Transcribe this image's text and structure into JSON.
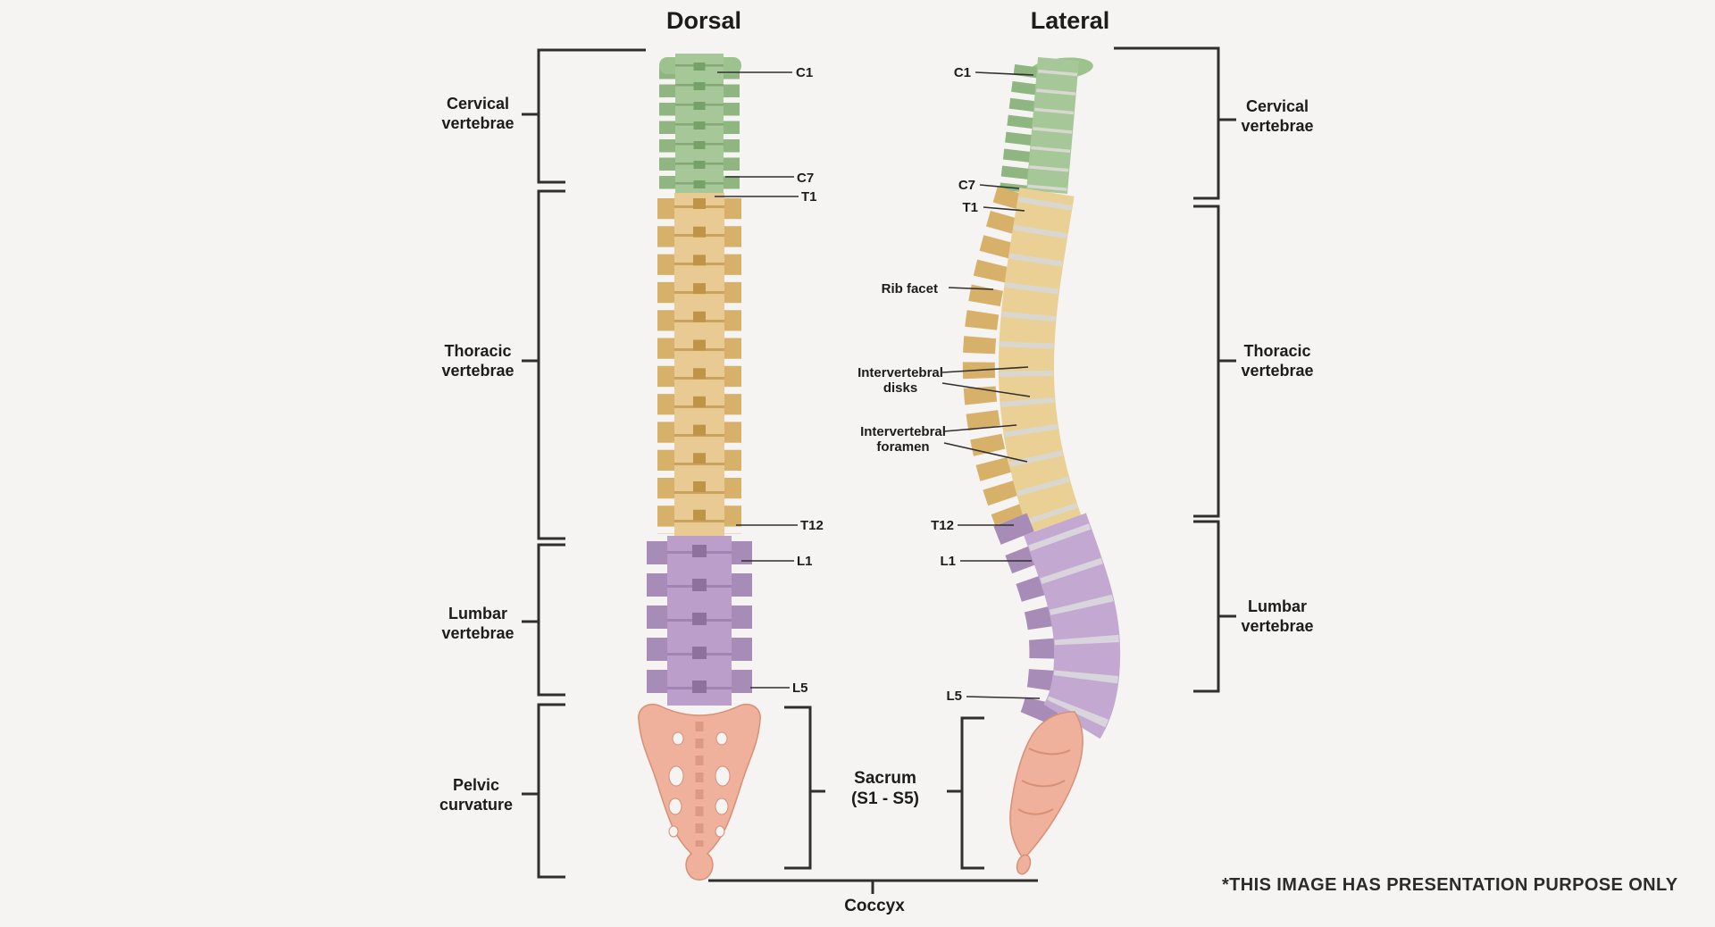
{
  "titles": {
    "dorsal": "Dorsal",
    "lateral": "Lateral"
  },
  "left_labels": {
    "cervical": "Cervical\nvertebrae",
    "thoracic": "Thoracic\nvertebrae",
    "lumbar": "Lumbar\nvertebrae",
    "pelvic": "Pelvic\ncurvature"
  },
  "right_labels": {
    "cervical": "Cervical\nvertebrae",
    "thoracic": "Thoracic\nvertebrae",
    "lumbar": "Lumbar\nvertebrae"
  },
  "dorsal_annotations": {
    "c1": "C1",
    "c7": "C7",
    "t1": "T1",
    "t12": "T12",
    "l1": "L1",
    "l5": "L5"
  },
  "lateral_annotations": {
    "c1": "C1",
    "c7": "C7",
    "t1": "T1",
    "t12": "T12",
    "l1": "L1",
    "l5": "L5",
    "rib_facet": "Rib facet",
    "intervertebral_disks": "Intervertebral\ndisks",
    "intervertebral_foramen": "Intervertebral\nforamen"
  },
  "sacrum_label": "Sacrum\n(S1 - S5)",
  "coccyx_label": "Coccyx",
  "disclaimer": "*THIS IMAGE HAS PRESENTATION PURPOSE ONLY",
  "colors": {
    "background": "#f5f4f2",
    "line": "#2f2f2f",
    "cervical_green": "#a6c898",
    "thoracic_tan": "#e8ca92",
    "lumbar_purple": "#bb9fca",
    "sacrum_salmon": "#efb09c",
    "disk_gray": "#d9d8d0"
  }
}
